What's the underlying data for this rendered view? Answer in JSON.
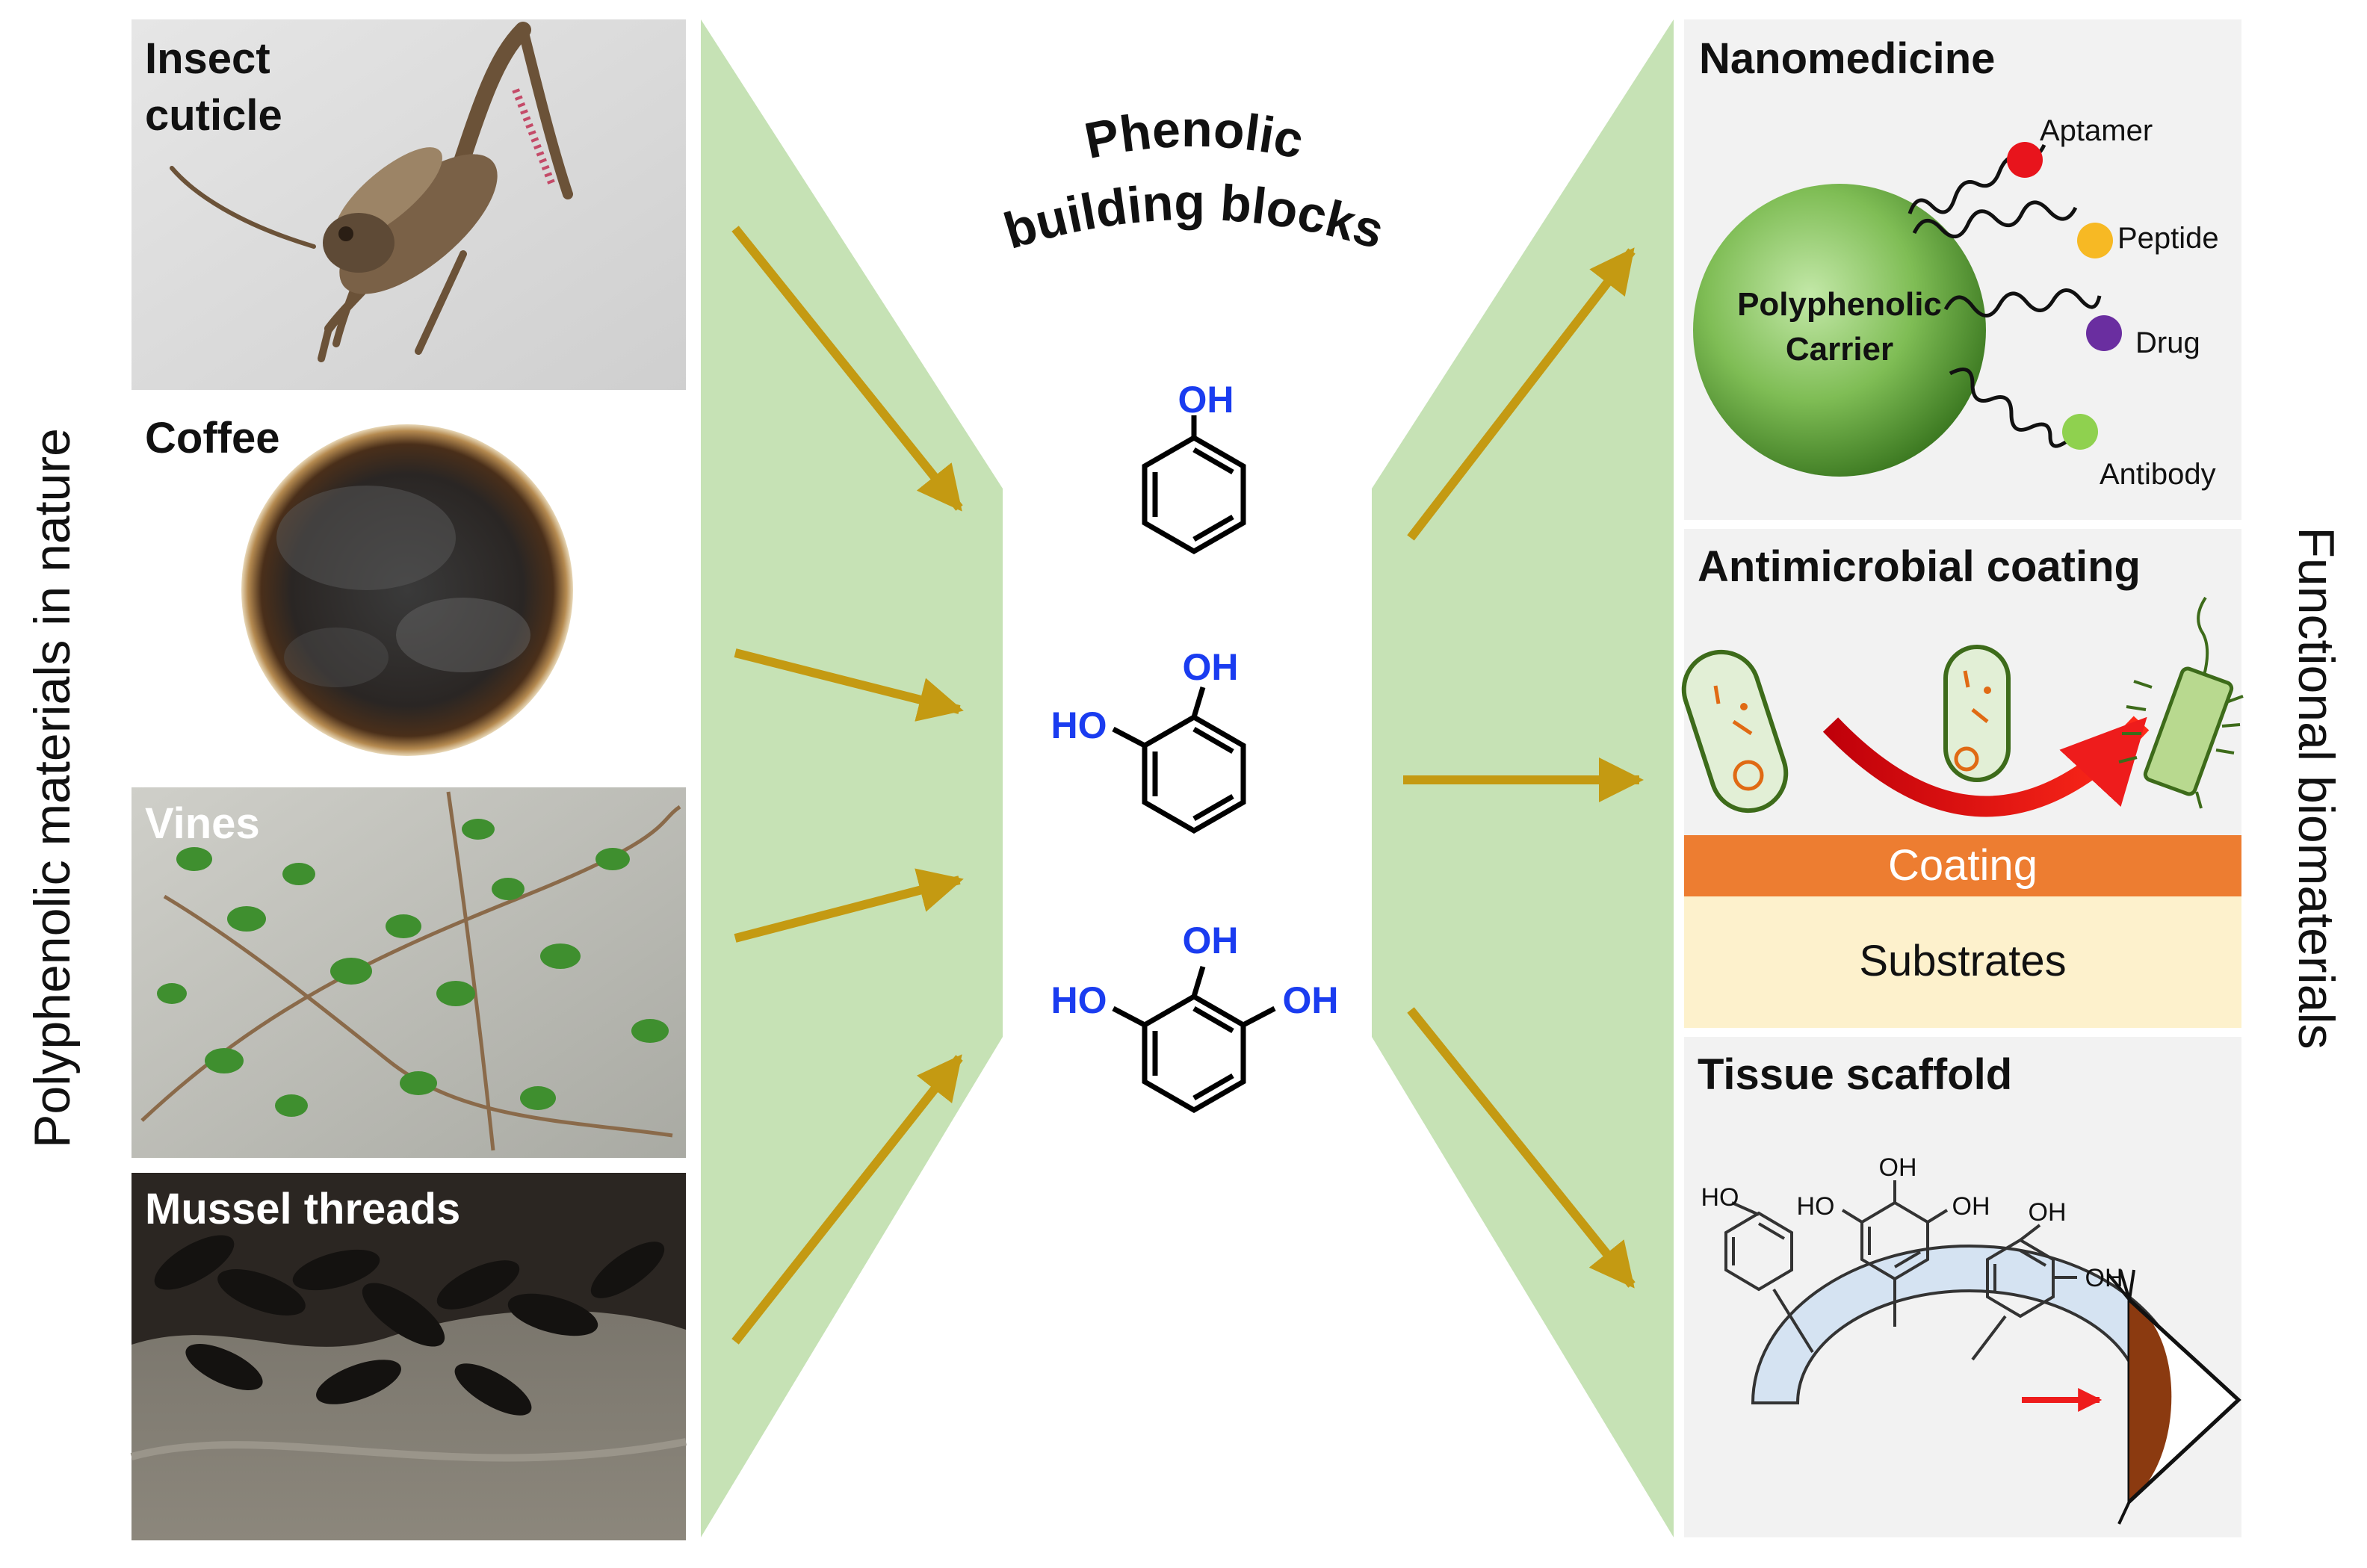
{
  "left_axis_label": "Polyphenolic materials in nature",
  "right_axis_label": "Functional biomaterials",
  "center_title": [
    "Phenolic",
    "building blocks"
  ],
  "nature_sources": [
    {
      "label": "Insect"
    },
    {
      "label": "cuticle"
    },
    {
      "label": "Coffee"
    },
    {
      "label": "Vines"
    },
    {
      "label": "Mussel threads"
    }
  ],
  "building_blocks": {
    "phenol": {
      "oh_top": "OH"
    },
    "catechol": {
      "oh_top": "OH",
      "oh_left": "HO"
    },
    "pyrogallol": {
      "oh_top": "OH",
      "oh_left": "HO",
      "oh_right": "OH"
    }
  },
  "applications": {
    "nanomedicine": {
      "title": "Nanomedicine",
      "carrier_label": [
        "Polyphenolic",
        "Carrier"
      ],
      "ligands": [
        {
          "name": "Aptamer",
          "color": "#e8141c"
        },
        {
          "name": "Peptide",
          "color": "#f7b924"
        },
        {
          "name": "Drug",
          "color": "#6a2ea0"
        },
        {
          "name": "Antibody",
          "color": "#8fd14f"
        }
      ]
    },
    "antimicrobial": {
      "title": "Antimicrobial coating",
      "coating_label": "Coating",
      "substrate_label": "Substrates"
    },
    "tissue": {
      "title": "Tissue scaffold",
      "labels": [
        "HO",
        "HO",
        "OH",
        "OH",
        "OH",
        "OH"
      ]
    }
  },
  "colors": {
    "funnel": "#c6e2b5",
    "arrow": "#c49a12",
    "oh_blue": "#1a3cf0",
    "panel_bg": "#f2f2f2",
    "coating": "#ed7d31",
    "substrate": "#fdf1cc"
  }
}
